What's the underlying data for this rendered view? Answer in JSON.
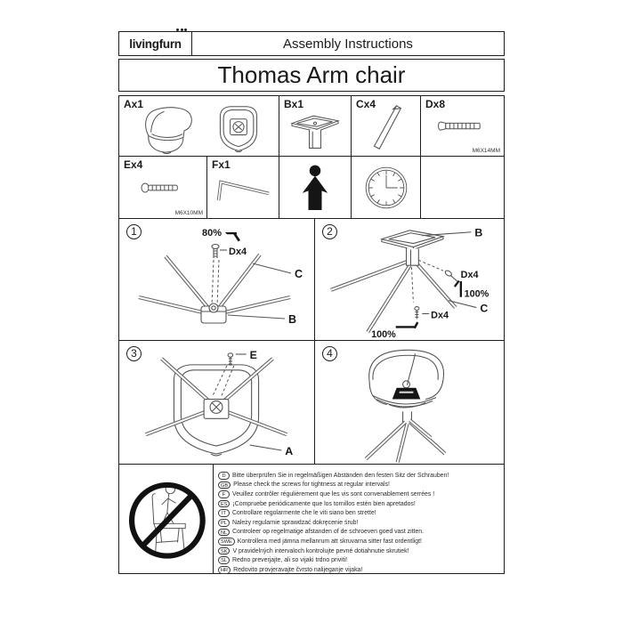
{
  "header": {
    "logo": "livingfurn",
    "title": "Assembly Instructions"
  },
  "product": {
    "title": "Thomas Arm chair"
  },
  "colors": {
    "ink": "#1a1a1a",
    "line": "#666666"
  },
  "icons": {
    "person": "person-icon",
    "clock": "clock-icon",
    "warning": "no-standing-on-chair-icon",
    "weight": "weight-icon"
  },
  "parts": {
    "a": {
      "label": "Ax1"
    },
    "b": {
      "label": "Bx1"
    },
    "c": {
      "label": "Cx4"
    },
    "d": {
      "label": "Dx8",
      "size": "M6X14MM"
    },
    "e": {
      "label": "Ex4",
      "size": "M6X10MM"
    },
    "f": {
      "label": "Fx1"
    }
  },
  "steps": {
    "s1": {
      "num": "1",
      "pct": "80%",
      "screw": "Dx4",
      "leg": "C",
      "base": "B"
    },
    "s2": {
      "num": "2",
      "base": "B",
      "screw1": "Dx4",
      "pct1": "100%",
      "leg": "C",
      "screw2": "Dx4",
      "pct2": "100%"
    },
    "s3": {
      "num": "3",
      "screw": "E",
      "shell": "A"
    },
    "s4": {
      "num": "4"
    }
  },
  "notes": [
    {
      "code": "D",
      "text": "Bitte überprüfen Sie in regelmäßigen Abständen den festen Sitz der Schrauben!"
    },
    {
      "code": "GB",
      "text": "Please check the screws for tightness at regular intervals!"
    },
    {
      "code": "F",
      "text": "Veuillez contrôler régulièrement que les vis sont convenablement serrées !"
    },
    {
      "code": "ES",
      "text": "¡Compruebe periódicamente que los tornillos estén bien apretados!"
    },
    {
      "code": "IT",
      "text": "Controllare regolarmente che le viti siano ben strette!"
    },
    {
      "code": "PL",
      "text": "Należy regularnie sprawdzać dokręcenie śrub!"
    },
    {
      "code": "NL",
      "text": "Controleer op regelmatige afstanden of de schroeven goed vast zitten."
    },
    {
      "code": "SWE",
      "text": "Kontrollera med jämna mellanrum att skruvarna sitter fast ordentligt!"
    },
    {
      "code": "SK",
      "text": "V pravidelných intervaloch kontrolujte pevné dotiahnutie skrutiek!"
    },
    {
      "code": "SL",
      "text": "Redno preverjajte, ali so vijaki trdno priviti!"
    },
    {
      "code": "HR",
      "text": "Redovito provjeravajte čvrsto nalijeganje vijaka!"
    }
  ]
}
